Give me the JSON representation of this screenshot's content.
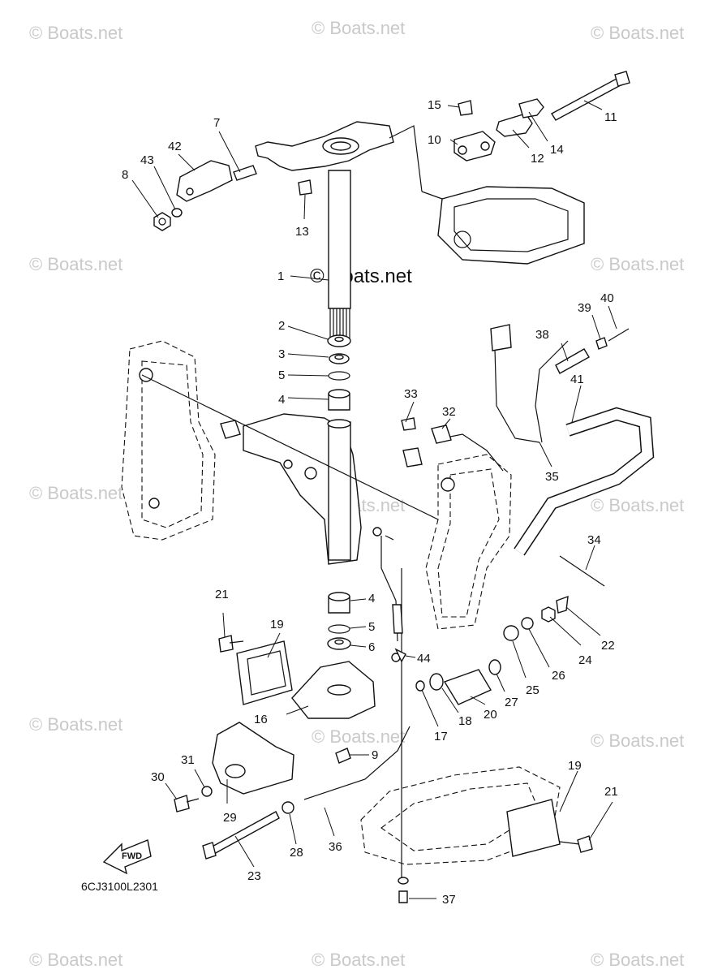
{
  "watermark": "© Boats.net",
  "center_watermark": "© Boats.net",
  "diagram_code": "6CJ3100L2301",
  "fwd_label": "FWD",
  "callouts": [
    "1",
    "2",
    "3",
    "4",
    "4",
    "5",
    "5",
    "6",
    "7",
    "8",
    "9",
    "10",
    "11",
    "12",
    "13",
    "14",
    "15",
    "16",
    "17",
    "18",
    "19",
    "19",
    "20",
    "21",
    "21",
    "22",
    "23",
    "24",
    "25",
    "26",
    "27",
    "28",
    "29",
    "30",
    "31",
    "32",
    "33",
    "34",
    "35",
    "36",
    "37",
    "38",
    "39",
    "40",
    "41",
    "42",
    "43",
    "44"
  ]
}
